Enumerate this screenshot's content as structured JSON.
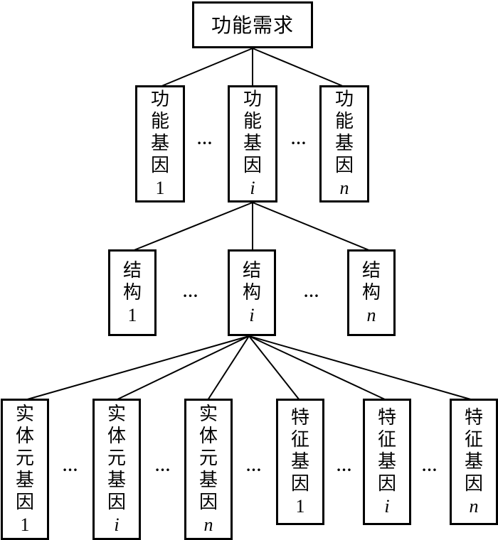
{
  "root": {
    "label": "功能需求"
  },
  "gene_level": {
    "boxes": [
      {
        "chars": [
          "功",
          "能",
          "基",
          "因"
        ],
        "index": "1",
        "index_italic": false
      },
      {
        "chars": [
          "功",
          "能",
          "基",
          "因"
        ],
        "index": "i",
        "index_italic": true
      },
      {
        "chars": [
          "功",
          "能",
          "基",
          "因"
        ],
        "index": "n",
        "index_italic": true
      }
    ],
    "ellipsis": [
      "…",
      "…"
    ]
  },
  "structure_level": {
    "boxes": [
      {
        "chars": [
          "结",
          "构"
        ],
        "index": "1",
        "index_italic": false
      },
      {
        "chars": [
          "结",
          "构"
        ],
        "index": "i",
        "index_italic": true
      },
      {
        "chars": [
          "结",
          "构"
        ],
        "index": "n",
        "index_italic": true
      }
    ],
    "ellipsis": [
      "…",
      "…"
    ]
  },
  "leaf_level": {
    "boxes": [
      {
        "chars": [
          "实",
          "体",
          "元",
          "基",
          "因"
        ],
        "index": "1",
        "index_italic": false
      },
      {
        "chars": [
          "实",
          "体",
          "元",
          "基",
          "因"
        ],
        "index": "i",
        "index_italic": true
      },
      {
        "chars": [
          "实",
          "体",
          "元",
          "基",
          "因"
        ],
        "index": "n",
        "index_italic": true
      },
      {
        "chars": [
          "特",
          "征",
          "基",
          "因"
        ],
        "index": "1",
        "index_italic": false
      },
      {
        "chars": [
          "特",
          "征",
          "基",
          "因"
        ],
        "index": "i",
        "index_italic": true
      },
      {
        "chars": [
          "特",
          "征",
          "基",
          "因"
        ],
        "index": "n",
        "index_italic": true
      }
    ],
    "ellipsis": [
      "…",
      "…",
      "…",
      "…",
      "…"
    ]
  }
}
